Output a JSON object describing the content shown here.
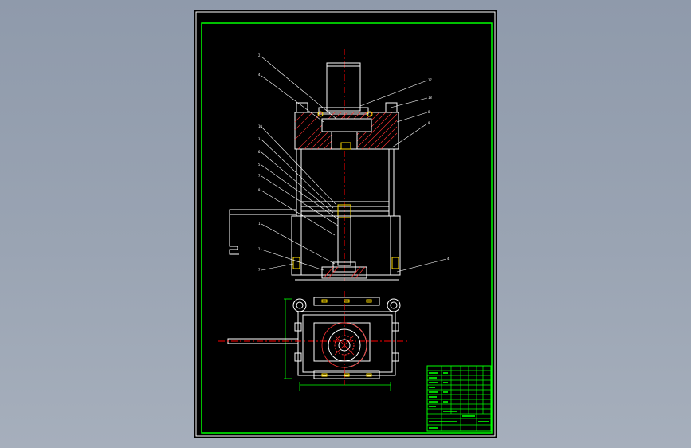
{
  "drawing": {
    "part_labels": [
      "2",
      "4",
      "17",
      "18",
      "8",
      "9",
      "10",
      "3",
      "6",
      "5",
      "7",
      "8",
      "1",
      "2",
      "7",
      "4"
    ],
    "title_block_text": ""
  },
  "colors": {
    "background": "#000000",
    "border": "#00ff00",
    "outline": "#ffffff",
    "centerline": "#ff0000",
    "hatch": "#ff3333",
    "dimension": "#00ff00",
    "bolt": "#ffdd00"
  }
}
